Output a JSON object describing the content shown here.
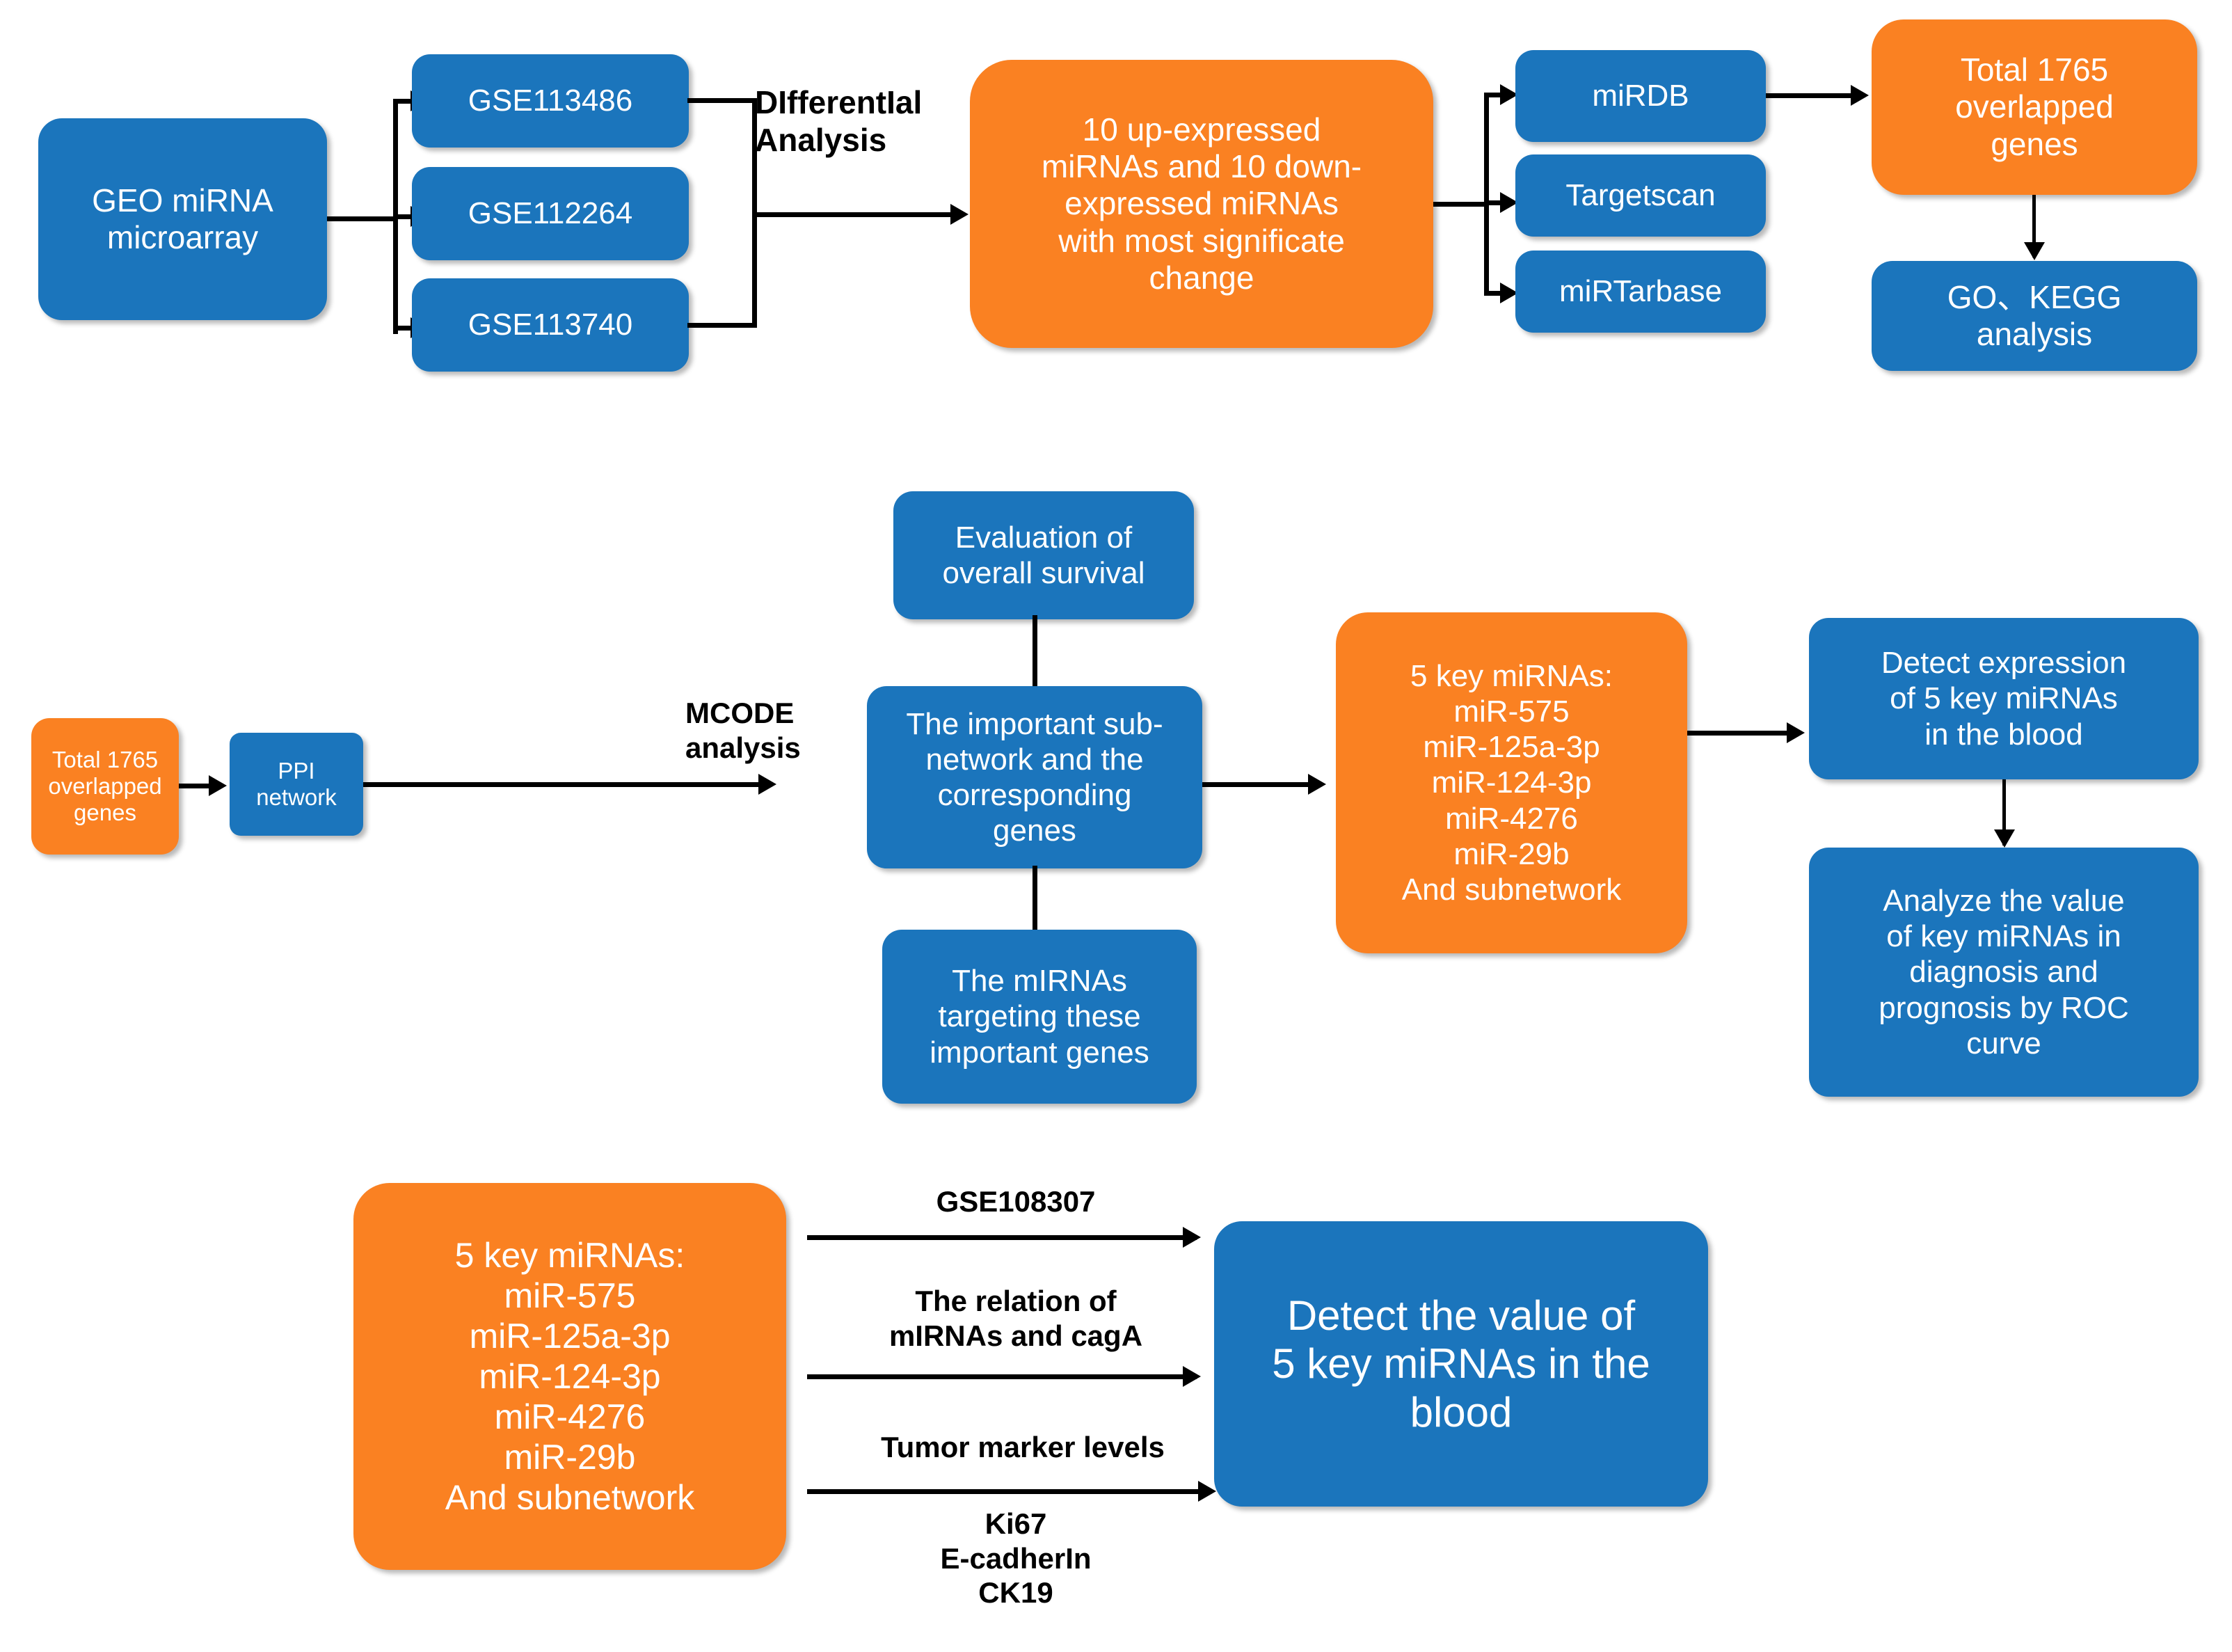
{
  "diagram": {
    "title": "miRNA bioinformatics analysis workflow",
    "colors": {
      "node_blue": "#1b75bc",
      "node_orange": "#fa8122",
      "connector": "#000000",
      "node_text": "#ffffff",
      "edge_label_text": "#000000",
      "background": "#ffffff"
    }
  },
  "row1": {
    "source": {
      "label": "GEO miRNA\nmicroarray",
      "color": "blue"
    },
    "datasets": [
      {
        "label": "GSE113486",
        "color": "blue"
      },
      {
        "label": "GSE112264",
        "color": "blue"
      },
      {
        "label": "GSE113740",
        "color": "blue"
      }
    ],
    "edge_label_differential": "DIfferentIal\nAnalysis",
    "result": {
      "label": "10 up-expressed\nmiRNAs and 10 down-\nexpressed miRNAs\nwith most significate\nchange",
      "color": "orange"
    },
    "databases": [
      {
        "label": "miRDB",
        "color": "blue"
      },
      {
        "label": "Targetscan",
        "color": "blue"
      },
      {
        "label": "miRTarbase",
        "color": "blue"
      }
    ],
    "overlapped": {
      "label": "Total 1765\noverlapped\ngenes",
      "color": "orange"
    },
    "enrichment": {
      "label": "GO、KEGG\nanalysis",
      "color": "blue"
    }
  },
  "row2": {
    "overlapped": {
      "label": "Total 1765\noverlapped\ngenes",
      "color": "orange"
    },
    "ppi": {
      "label": "PPI network",
      "color": "blue"
    },
    "edge_label_mcode": "MCODE\nanalysis",
    "survival": {
      "label": "Evaluation of\noverall survival",
      "color": "blue"
    },
    "subnetwork": {
      "label": "The important sub-\nnetwork and the\ncorresponding\ngenes",
      "color": "blue"
    },
    "targeting": {
      "label": "The mIRNAs\ntargeting these\nimportant genes",
      "color": "blue"
    },
    "key_mirnas": {
      "label": "5 key miRNAs:\nmiR-575\nmiR-125a-3p\nmiR-124-3p\nmiR-4276\nmiR-29b\nAnd subnetwork",
      "color": "orange"
    },
    "detect_expression": {
      "label": "Detect expression\nof 5 key miRNAs\nin the blood",
      "color": "blue"
    },
    "analyze_value": {
      "label": "Analyze the value\nof key miRNAs in\ndiagnosis and\nprognosis by ROC\ncurve",
      "color": "blue"
    }
  },
  "row3": {
    "key_mirnas": {
      "label": "5 key miRNAs:\nmiR-575\nmiR-125a-3p\nmiR-124-3p\nmiR-4276\nmiR-29b\nAnd subnetwork",
      "color": "orange"
    },
    "edge_labels": [
      {
        "above": "GSE108307",
        "below": ""
      },
      {
        "above": "The relation of\nmIRNAs and cagA",
        "below": ""
      },
      {
        "above": "Tumor marker levels",
        "below": "Ki67\nE-cadherIn\nCK19"
      }
    ],
    "detect_value": {
      "label": "Detect  the value  of\n5 key miRNAs in the\nblood",
      "color": "blue"
    }
  }
}
